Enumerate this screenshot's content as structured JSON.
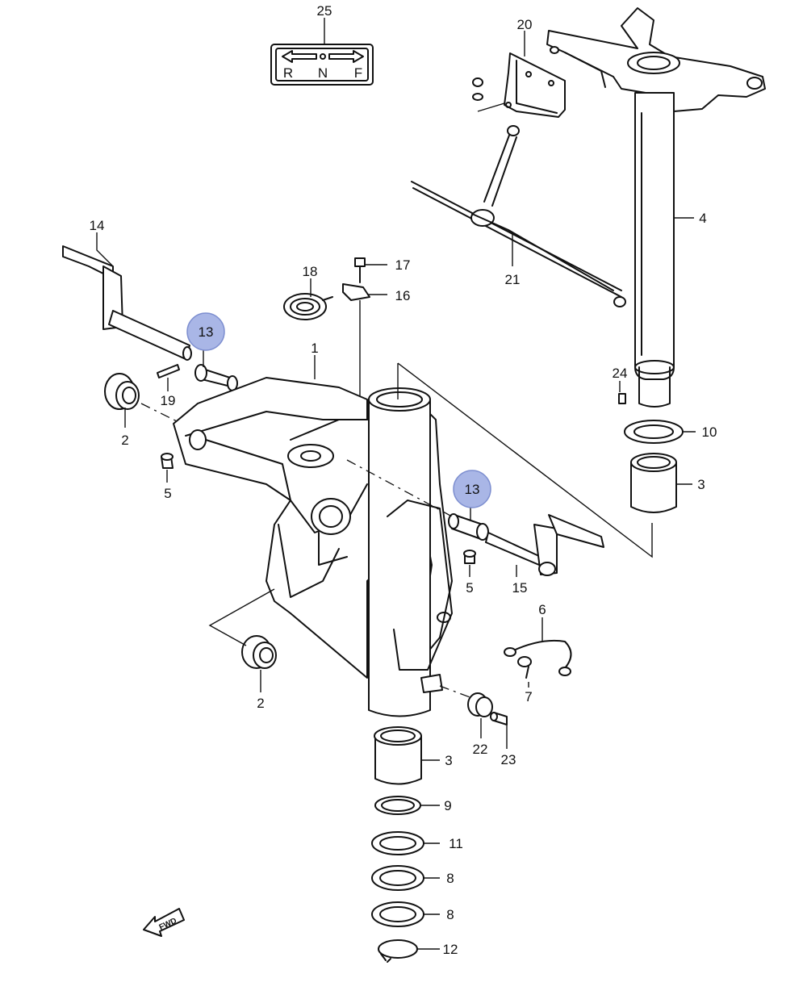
{
  "shift_label": {
    "r": "R",
    "n": "N",
    "f": "F"
  },
  "fwd_arrow": {
    "text": "FWD"
  },
  "callouts": [
    {
      "id": "c25",
      "text": "25"
    },
    {
      "id": "c20",
      "text": "20"
    },
    {
      "id": "c4",
      "text": "4"
    },
    {
      "id": "c21",
      "text": "21"
    },
    {
      "id": "c14",
      "text": "14"
    },
    {
      "id": "c18",
      "text": "18"
    },
    {
      "id": "c17",
      "text": "17"
    },
    {
      "id": "c16",
      "text": "16"
    },
    {
      "id": "c13a",
      "text": "13",
      "highlight": true
    },
    {
      "id": "c1",
      "text": "1"
    },
    {
      "id": "c19",
      "text": "19"
    },
    {
      "id": "c2a",
      "text": "2"
    },
    {
      "id": "c24",
      "text": "24"
    },
    {
      "id": "c10",
      "text": "10"
    },
    {
      "id": "c5a",
      "text": "5"
    },
    {
      "id": "c13b",
      "text": "13",
      "highlight": true
    },
    {
      "id": "c3a",
      "text": "3"
    },
    {
      "id": "c5b",
      "text": "5"
    },
    {
      "id": "c15",
      "text": "15"
    },
    {
      "id": "c6",
      "text": "6"
    },
    {
      "id": "c7",
      "text": "7"
    },
    {
      "id": "c2b",
      "text": "2"
    },
    {
      "id": "c22",
      "text": "22"
    },
    {
      "id": "c23",
      "text": "23"
    },
    {
      "id": "c3b",
      "text": "3"
    },
    {
      "id": "c9",
      "text": "9"
    },
    {
      "id": "c11",
      "text": "11"
    },
    {
      "id": "c8a",
      "text": "8"
    },
    {
      "id": "c8b",
      "text": "8"
    },
    {
      "id": "c12",
      "text": "12"
    }
  ],
  "colors": {
    "line": "#111111",
    "highlight": "#a9b6e6",
    "background": "#ffffff"
  }
}
